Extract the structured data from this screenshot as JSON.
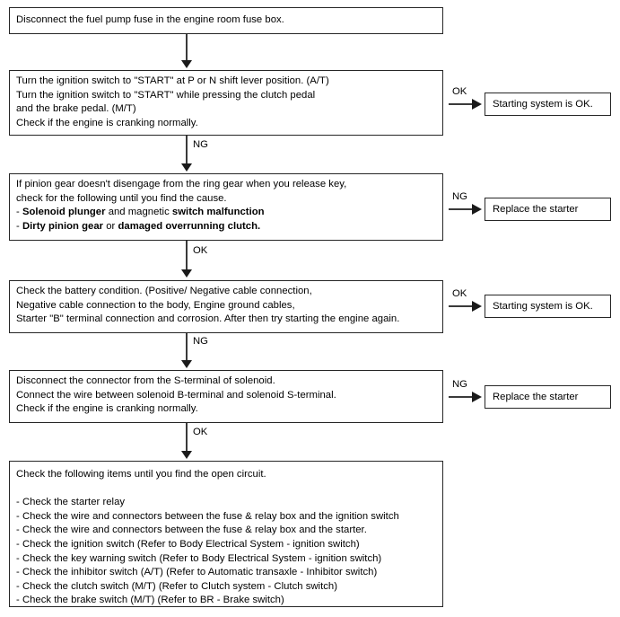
{
  "diagram": {
    "type": "flowchart",
    "title_visible": false,
    "steps": [
      {
        "id": "step-1",
        "lines": [
          [
            {
              "t": "Disconnect the fuel pump fuse in the engine room fuse box.",
              "b": false
            }
          ]
        ]
      },
      {
        "id": "step-2",
        "lines": [
          [
            {
              "t": "Turn the ignition switch to \"START\" at P or N shift lever position. (A/T)",
              "b": false
            }
          ],
          [
            {
              "t": "Turn the ignition switch to \"START\" while pressing the clutch pedal",
              "b": false
            }
          ],
          [
            {
              "t": "and the brake pedal. (M/T)",
              "b": false
            }
          ],
          [
            {
              "t": "Check if the engine is cranking normally.",
              "b": false
            }
          ]
        ]
      },
      {
        "id": "step-3",
        "lines": [
          [
            {
              "t": "If pinion gear doesn't disengage from the ring gear when you release key,",
              "b": false
            }
          ],
          [
            {
              "t": "check for the following until you find the cause.",
              "b": false
            }
          ],
          [
            {
              "t": "- ",
              "b": false
            },
            {
              "t": "Solenoid plunger",
              "b": true
            },
            {
              "t": " and magnetic ",
              "b": false
            },
            {
              "t": "switch malfunction",
              "b": true
            }
          ],
          [
            {
              "t": "- ",
              "b": false
            },
            {
              "t": "Dirty pinion gear",
              "b": true
            },
            {
              "t": " or ",
              "b": false
            },
            {
              "t": "damaged overrunning clutch.",
              "b": true
            }
          ]
        ]
      },
      {
        "id": "step-4",
        "lines": [
          [
            {
              "t": "Check the battery condition. (Positive/ Negative cable connection,",
              "b": false
            }
          ],
          [
            {
              "t": "Negative cable connection to the body, Engine ground cables,",
              "b": false
            }
          ],
          [
            {
              "t": "Starter \"B\" terminal connection and corrosion. After then try starting the engine again.",
              "b": false
            }
          ]
        ]
      },
      {
        "id": "step-5",
        "lines": [
          [
            {
              "t": "Disconnect the connector from the S-terminal of solenoid.",
              "b": false
            }
          ],
          [
            {
              "t": "Connect the wire between solenoid B-terminal and solenoid S-terminal.",
              "b": false
            }
          ],
          [
            {
              "t": "Check if the engine is cranking normally.",
              "b": false
            }
          ]
        ]
      },
      {
        "id": "step-6",
        "lines": [
          [
            {
              "t": "Check the following items until you find the open circuit.",
              "b": false
            }
          ],
          [
            {
              "t": "",
              "b": false
            }
          ],
          [
            {
              "t": "- Check the starter relay",
              "b": false
            }
          ],
          [
            {
              "t": "- Check the wire and connectors between the fuse & relay box and the ignition switch",
              "b": false
            }
          ],
          [
            {
              "t": "- Check the wire and connectors between the fuse & relay box and the starter.",
              "b": false
            }
          ],
          [
            {
              "t": "- Check the ignition switch (Refer to Body Electrical System - ignition switch)",
              "b": false
            }
          ],
          [
            {
              "t": "- Check the key warning switch (Refer to Body Electrical System - ignition switch)",
              "b": false
            }
          ],
          [
            {
              "t": "- Check the inhibitor switch (A/T) (Refer to Automatic transaxle - Inhibitor switch)",
              "b": false
            }
          ],
          [
            {
              "t": "- Check the clutch switch (M/T) (Refer to Clutch system - Clutch switch)",
              "b": false
            }
          ],
          [
            {
              "t": "- Check the brake switch (M/T) (Refer to BR - Brake switch)",
              "b": false
            }
          ]
        ]
      }
    ],
    "results": [
      {
        "id": "result-1",
        "label": "Starting system is OK."
      },
      {
        "id": "result-2",
        "label": "Replace the starter"
      },
      {
        "id": "result-3",
        "label": "Starting system is OK."
      },
      {
        "id": "result-4",
        "label": "Replace the starter"
      }
    ],
    "vertical_connectors": [
      {
        "id": "conn-1-2",
        "label": ""
      },
      {
        "id": "conn-2-3",
        "label": "NG"
      },
      {
        "id": "conn-3-4",
        "label": "OK"
      },
      {
        "id": "conn-4-5",
        "label": "NG"
      },
      {
        "id": "conn-5-6",
        "label": "OK"
      }
    ],
    "branch_connectors": [
      {
        "id": "branch-2",
        "label": "OK"
      },
      {
        "id": "branch-3",
        "label": "NG"
      },
      {
        "id": "branch-4",
        "label": "OK"
      },
      {
        "id": "branch-5",
        "label": "NG"
      }
    ],
    "colors": {
      "background": "#ffffff",
      "border": "#262626",
      "text": "#000000",
      "connector": "#3a3a3a"
    }
  }
}
